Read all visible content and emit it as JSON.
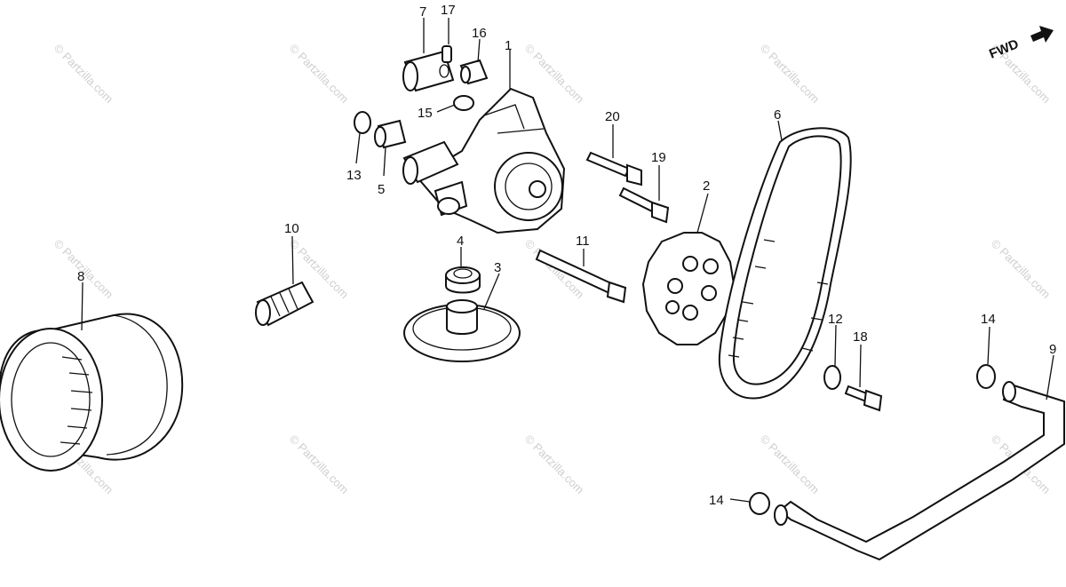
{
  "direction_label": "FWD",
  "watermark": "© Partzilla.com",
  "callouts": [
    "1",
    "2",
    "3",
    "4",
    "5",
    "6",
    "7",
    "8",
    "9",
    "10",
    "11",
    "12",
    "13",
    "14",
    "14",
    "15",
    "16",
    "17",
    "18",
    "19",
    "20"
  ]
}
